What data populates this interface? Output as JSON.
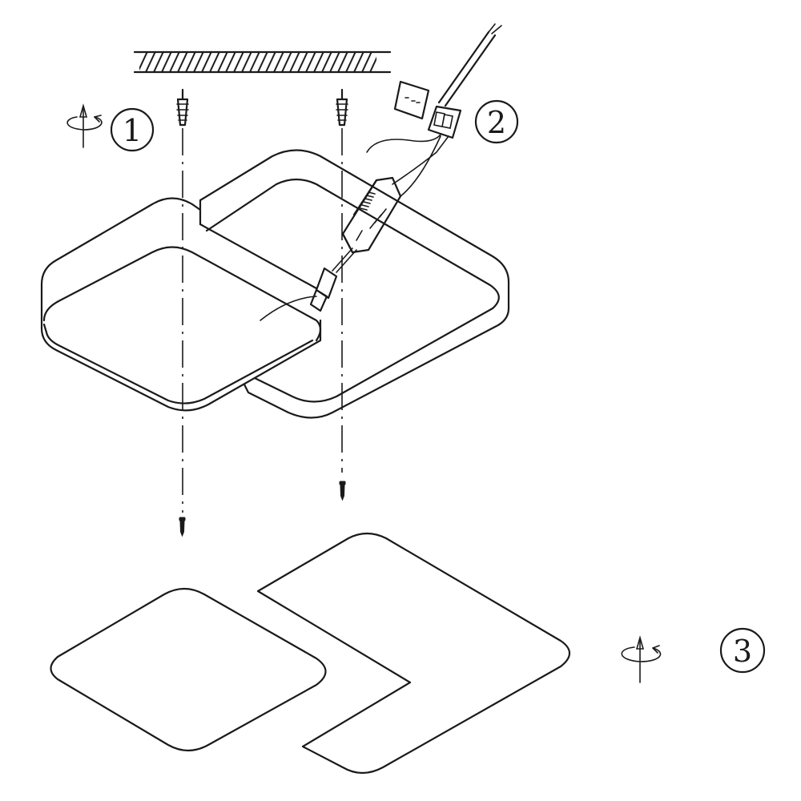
{
  "steps": [
    {
      "label": "1"
    },
    {
      "label": "2"
    },
    {
      "label": "3"
    }
  ],
  "icons": {
    "rotate": "rotate-clockwise-arrow-icon",
    "anchor": "wall-anchor-icon",
    "screw": "screw-icon"
  },
  "colors": {
    "line": "#1a1a1a",
    "background": "#ffffff"
  }
}
